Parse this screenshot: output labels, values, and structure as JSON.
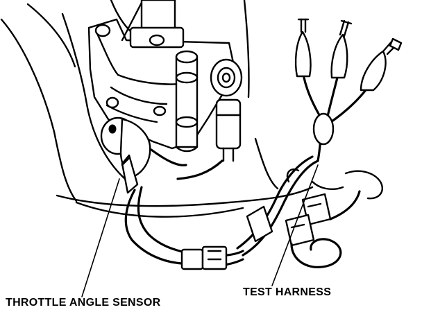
{
  "figure": {
    "callouts": [
      {
        "id": "throttle-angle-sensor",
        "label": "THROTTLE ANGLE SENSOR"
      },
      {
        "id": "test-harness",
        "label": "TEST HARNESS"
      }
    ],
    "colors": {
      "ink": "#000000",
      "background": "#ffffff"
    }
  }
}
